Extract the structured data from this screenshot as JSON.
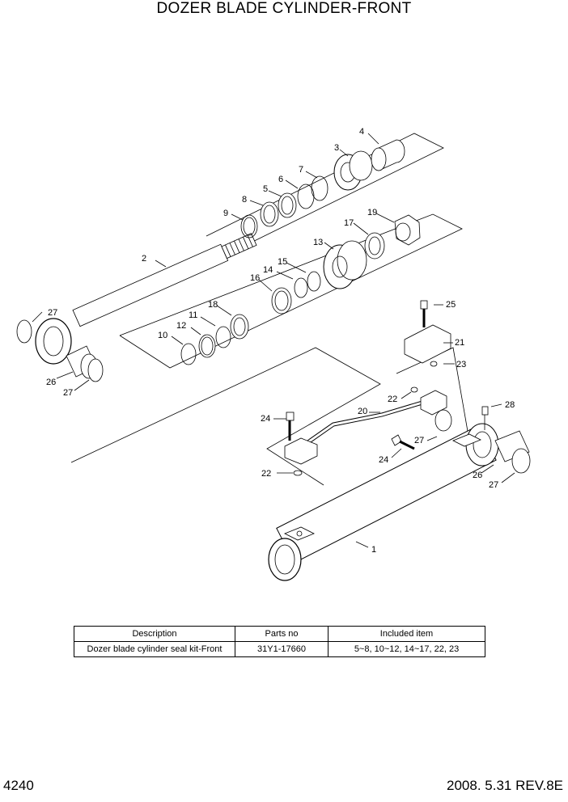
{
  "page": {
    "title": "DOZER BLADE CYLINDER-FRONT",
    "page_number": "4240",
    "revision": "2008. 5.31  REV.8E"
  },
  "callouts": [
    "1",
    "2",
    "3",
    "4",
    "5",
    "6",
    "7",
    "8",
    "9",
    "10",
    "11",
    "12",
    "13",
    "14",
    "15",
    "16",
    "17",
    "18",
    "19",
    "20",
    "21",
    "22",
    "22",
    "23",
    "24",
    "24",
    "25",
    "26",
    "26",
    "27",
    "27",
    "27",
    "27",
    "28"
  ],
  "kit_table": {
    "headers": [
      "Description",
      "Parts no",
      "Included item"
    ],
    "rows": [
      [
        "Dozer blade cylinder seal kit-Front",
        "31Y1-17660",
        "5~8, 10~12, 14~17, 22, 23"
      ]
    ]
  }
}
